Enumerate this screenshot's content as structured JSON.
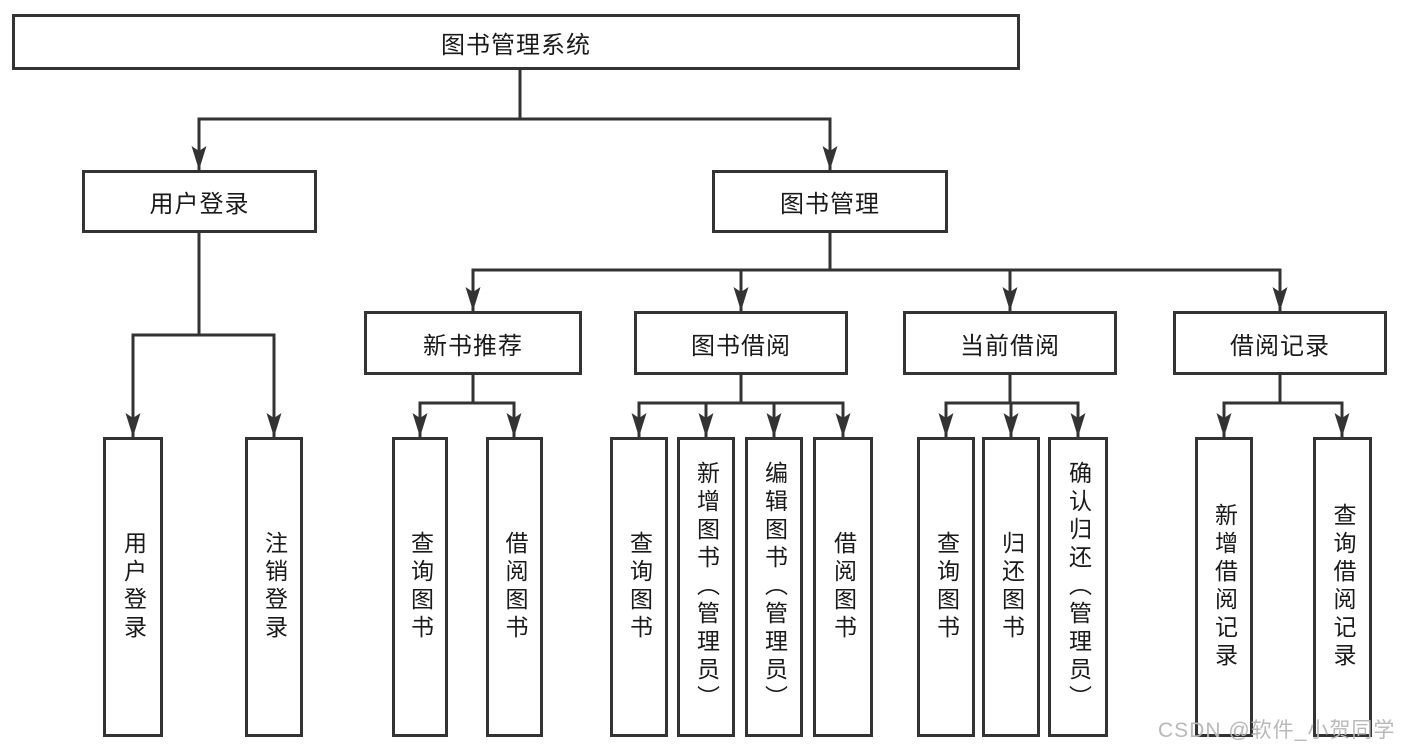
{
  "diagram_title": "图书管理系统",
  "tree": {
    "label": "图书管理系统",
    "children": [
      {
        "label": "用户登录",
        "children": [
          {
            "label": "用户登录"
          },
          {
            "label": "注销登录"
          }
        ]
      },
      {
        "label": "图书管理",
        "children": [
          {
            "label": "新书推荐",
            "children": [
              {
                "label": "查询图书"
              },
              {
                "label": "借阅图书"
              }
            ]
          },
          {
            "label": "图书借阅",
            "children": [
              {
                "label": "查询图书"
              },
              {
                "label": "新增图书（管理员）"
              },
              {
                "label": "编辑图书（管理员）"
              },
              {
                "label": "借阅图书"
              }
            ]
          },
          {
            "label": "当前借阅",
            "children": [
              {
                "label": "查询图书"
              },
              {
                "label": "归还图书"
              },
              {
                "label": "确认归还（管理员）"
              }
            ]
          },
          {
            "label": "借阅记录",
            "children": [
              {
                "label": "新增借阅记录"
              },
              {
                "label": "查询借阅记录"
              }
            ]
          }
        ]
      }
    ]
  },
  "watermark": {
    "text": "CSDN @软件_小贺同学"
  },
  "colors": {
    "line": "#333333",
    "box_border": "#333333",
    "text": "#1a1a1a",
    "watermark": "#b9b9b9",
    "background": "#ffffff"
  }
}
